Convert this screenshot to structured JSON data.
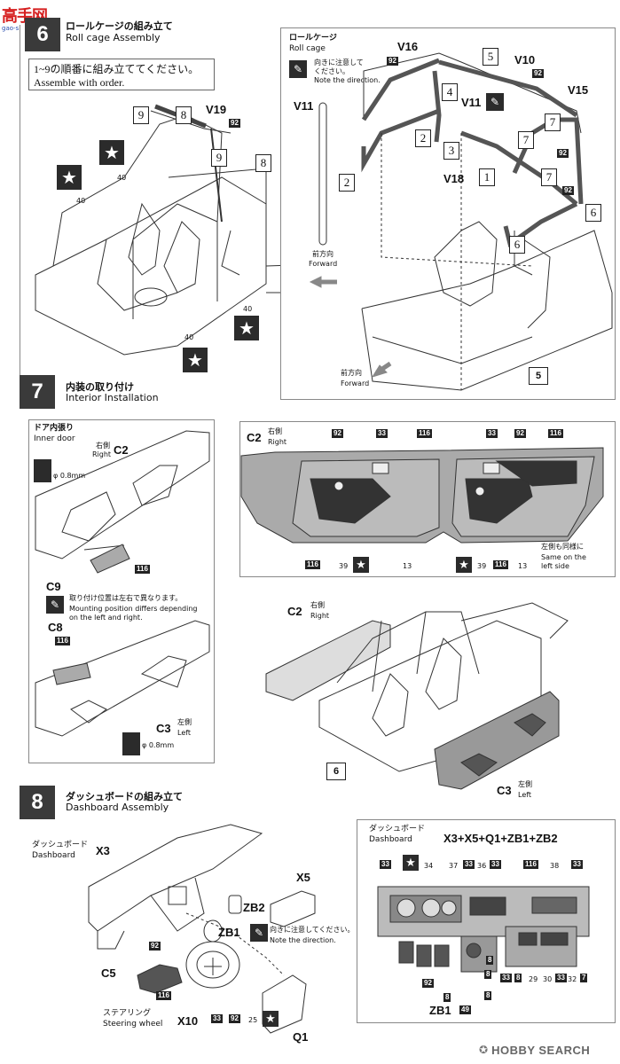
{
  "watermark": {
    "logo_text": "高手网",
    "logo_url": "gao-shou.com",
    "footer_brand": "HOBBY SEARCH"
  },
  "step6": {
    "number": "6",
    "title_jp": "ロールケージの組み立て",
    "title_en": "Roll cage Assembly",
    "note_jp": "1~9の順番に組み立ててください。",
    "note_en": "Assemble with order.",
    "order_boxes": [
      "9",
      "8",
      "9",
      "8"
    ],
    "labels": {
      "v19": "V19"
    },
    "parts": {
      "p92": "92",
      "p40a": "40",
      "p40b": "40",
      "p40c": "40",
      "p40d": "40"
    },
    "detail": {
      "title_jp": "ロールケージ",
      "title_en": "Roll cage",
      "direction_jp": "向きに注意して",
      "direction_jp2": "ください。",
      "direction_en": "Note the direction.",
      "forward_jp": "前方向",
      "forward_en": "Forward",
      "forward2_jp": "前方向",
      "forward2_en": "Forward",
      "labels": [
        "V11",
        "V16",
        "V10",
        "V15",
        "V11",
        "V18"
      ],
      "boxes": [
        "5",
        "4",
        "2",
        "3",
        "1",
        "7",
        "7",
        "2",
        "7",
        "6",
        "6",
        "5"
      ],
      "parts": [
        "92",
        "92",
        "92",
        "92"
      ]
    }
  },
  "step7": {
    "number": "7",
    "title_jp": "内装の取り付け",
    "title_en": "Interior Installation",
    "door": {
      "title_jp": "ドア内張り",
      "title_en": "Inner door",
      "right_jp": "右側",
      "right_en": "Right",
      "left_jp": "左側",
      "left_en": "Left",
      "drill1": "φ 0.8mm",
      "drill2": "φ 0.8mm",
      "mount_jp": "取り付け位置は左右で異なります。",
      "mount_en1": "Mounting position differs depending",
      "mount_en2": "on the left and right.",
      "c2": "C2",
      "c9": "C9",
      "c8": "C8",
      "c3": "C3",
      "p116a": "116",
      "p116b": "116"
    },
    "panel_c2": {
      "c2": "C2",
      "right_jp": "右側",
      "right_en": "Right",
      "parts_top": [
        "92",
        "33",
        "116",
        "33",
        "92",
        "116"
      ],
      "parts_bottom": [
        "116",
        "39",
        "13",
        "39",
        "116",
        "13"
      ],
      "same_jp": "左側も同様に",
      "same_en1": "Same on the",
      "same_en2": "left side"
    },
    "assembly": {
      "c2": "C2",
      "right_jp": "右側",
      "right_en": "Right",
      "c3": "C3",
      "left_jp": "左側",
      "left_en": "Left",
      "ref_box": "6"
    }
  },
  "step8": {
    "number": "8",
    "title_jp": "ダッシュボードの組み立て",
    "title_en": "Dashboard Assembly",
    "left": {
      "dash_jp": "ダッシュボード",
      "dash_en": "Dashboard",
      "x3": "X3",
      "x5": "X5",
      "zb2": "ZB2",
      "zb1": "ZB1",
      "direction_jp": "向きに注意してください。",
      "direction_en": "Note the direction.",
      "c5": "C5",
      "steer_jp": "ステアリング",
      "steer_en": "Steering wheel",
      "x10": "X10",
      "q1": "Q1",
      "parts": [
        "92",
        "116",
        "33",
        "92",
        "25"
      ]
    },
    "right": {
      "dash_jp": "ダッシュボード",
      "dash_en": "Dashboard",
      "combo": "X3+X5+Q1+ZB1+ZB2",
      "parts_top": [
        "33",
        "34",
        "37",
        "33",
        "36",
        "33",
        "116",
        "38",
        "33"
      ],
      "parts_bottom": [
        "8",
        "8",
        "33",
        "8",
        "29",
        "30",
        "33",
        "32",
        "7",
        "8",
        "92",
        "8"
      ],
      "zb1": "ZB1",
      "p49": "49"
    }
  }
}
